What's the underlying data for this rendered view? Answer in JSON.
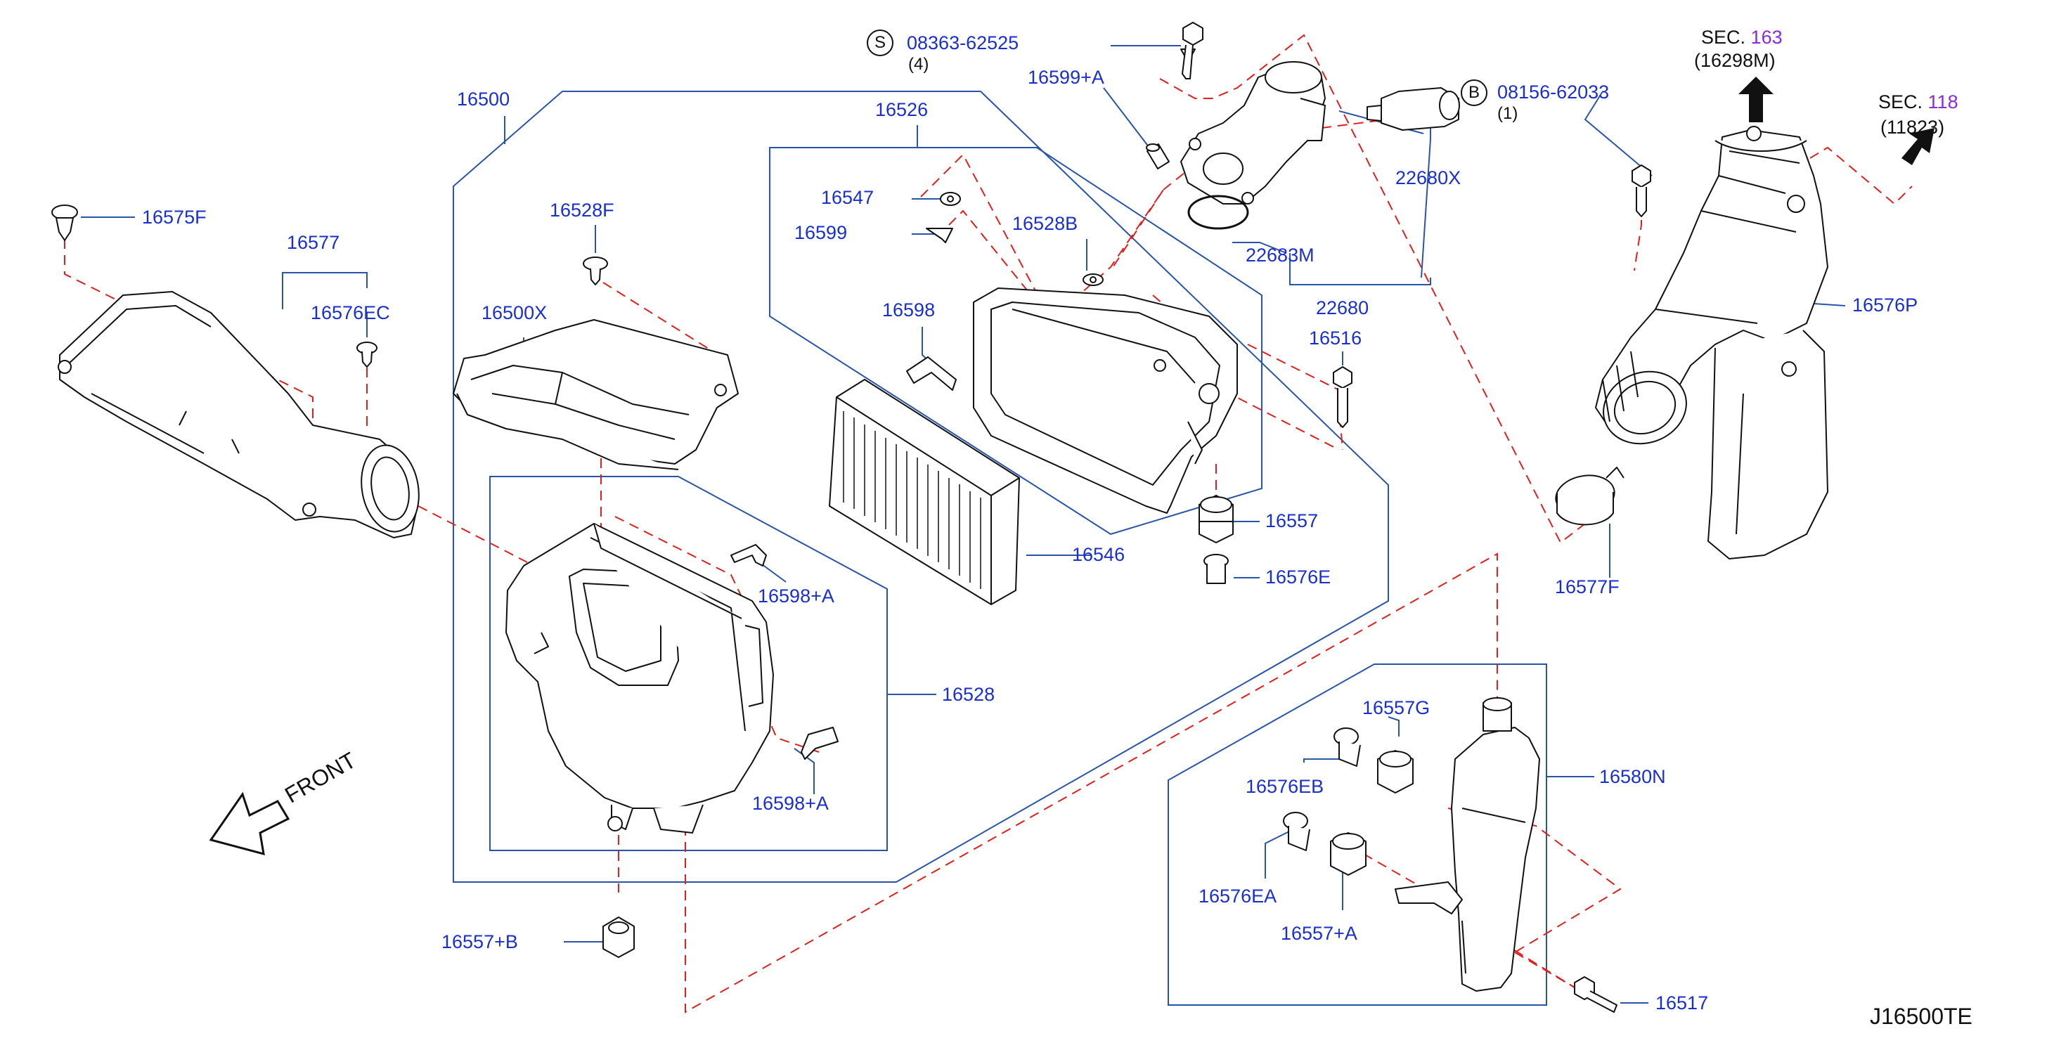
{
  "colors": {
    "label": "#1a2fd0",
    "line": "#2855a8",
    "dash": "#e0201c",
    "part": "#111111",
    "section": "#8a2be2"
  },
  "labels": {
    "p16500": "16500",
    "p16526": "16526",
    "p16575F": "16575F",
    "p16577": "16577",
    "p16576EC": "16576EC",
    "p16528F": "16528F",
    "p16500X": "16500X",
    "p16547": "16547",
    "p16599": "16599",
    "p16528B": "16528B",
    "p16598": "16598",
    "p16599A": "16599+A",
    "p08363": "08363-62525",
    "p08363qty": "(4)",
    "p08156": "08156-62033",
    "p08156qty": "(1)",
    "p22680X": "22680X",
    "p22683M": "22683M",
    "p22680": "22680",
    "p16516": "16516",
    "p16557": "16557",
    "p16576E": "16576E",
    "p16546": "16546",
    "p16598A1": "16598+A",
    "p16528": "16528",
    "p16598A2": "16598+A",
    "p16557B": "16557+B",
    "p16576P": "16576P",
    "p16577F": "16577F",
    "p16580N": "16580N",
    "p16557G": "16557G",
    "p16576EB": "16576EB",
    "p16576EA": "16576EA",
    "p16557A": "16557+A",
    "p16517": "16517",
    "sec1": "SEC.",
    "sec1num": "163",
    "sec1ref": "(16298M)",
    "sec2": "SEC.",
    "sec2num": "118",
    "sec2ref": "(11823)",
    "front": "FRONT",
    "code": "J16500TE",
    "circS": "S",
    "circB": "B"
  }
}
